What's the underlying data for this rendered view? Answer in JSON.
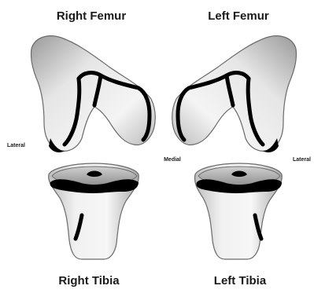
{
  "labels": {
    "right_femur": "Right Femur",
    "left_femur": "Left Femur",
    "right_tibia": "Right Tibia",
    "left_tibia": "Left Tibia",
    "lateral_left": "Lateral",
    "medial": "Medial",
    "lateral_right": "Lateral"
  },
  "colors": {
    "bone_light": "#f2f2f2",
    "bone_mid": "#c9c9c9",
    "bone_dark": "#8c8c8c",
    "cartilage_rim": "#000000",
    "text": "#1a1a1a"
  }
}
